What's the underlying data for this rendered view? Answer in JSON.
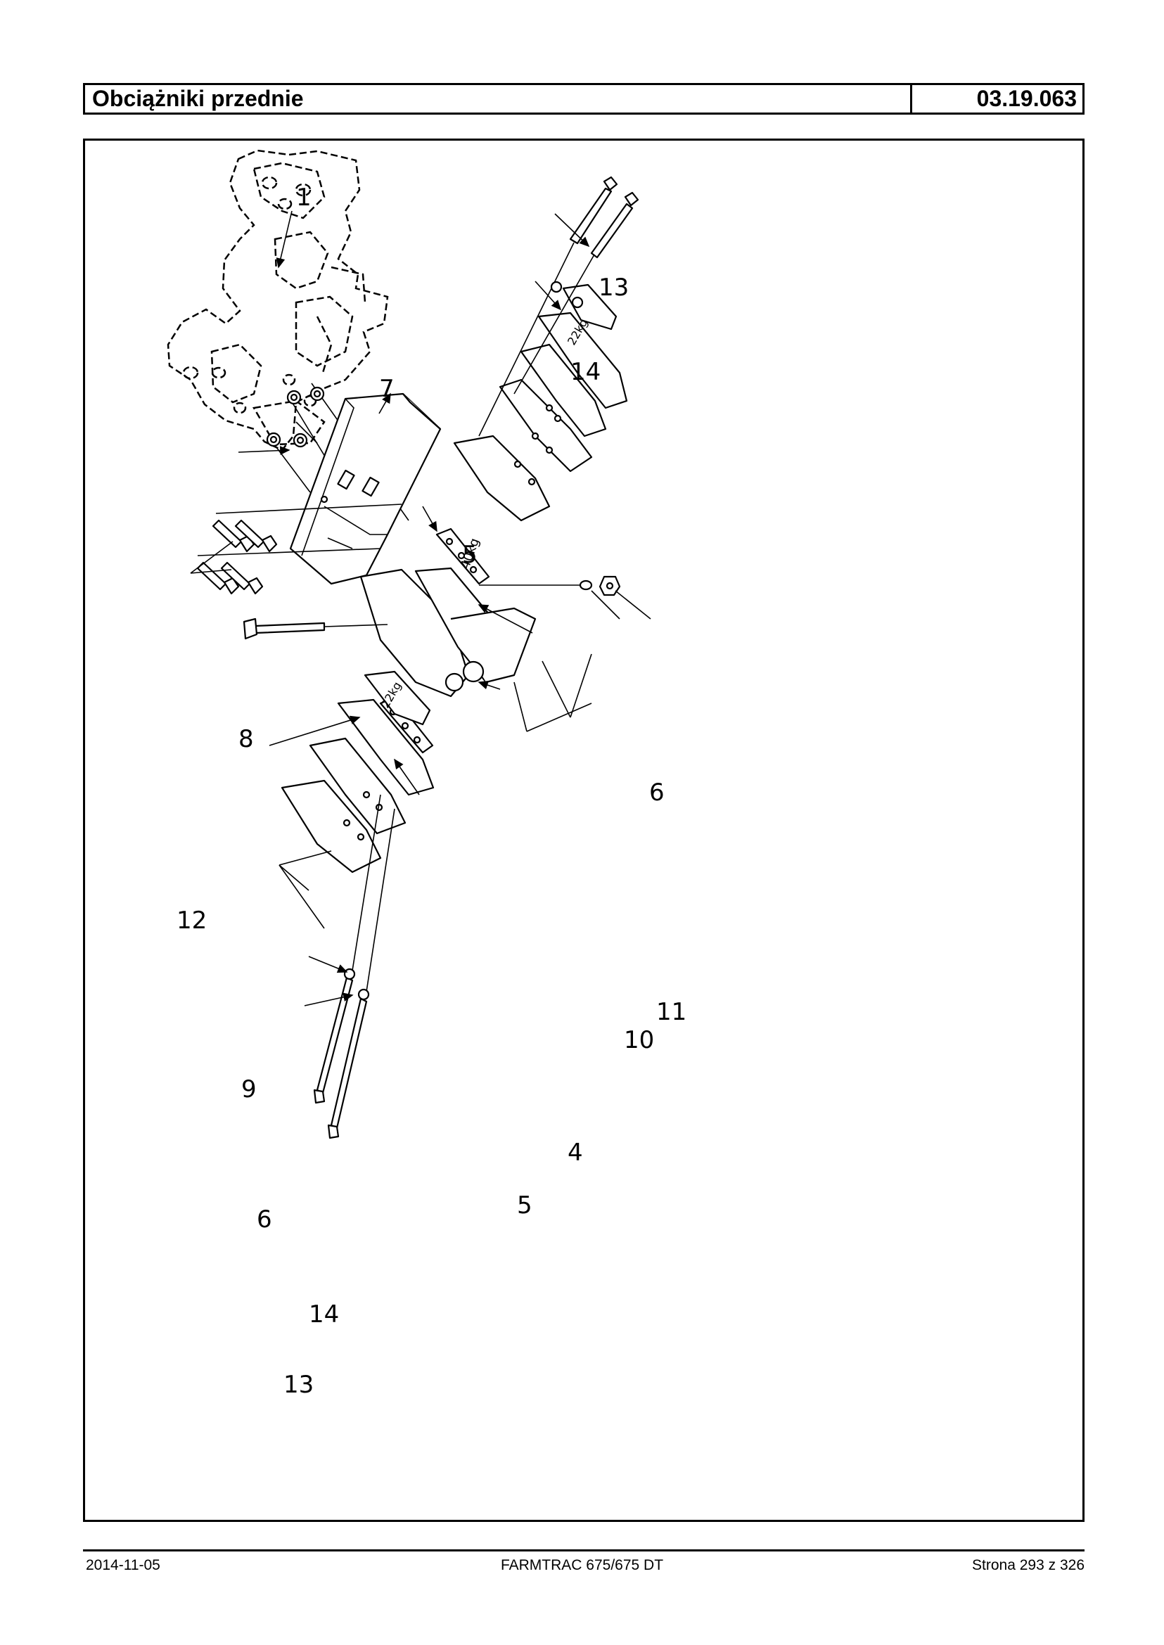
{
  "header": {
    "title": "Obciążniki przednie",
    "code": "03.19.063"
  },
  "diagram": {
    "labels": [
      "1",
      "4",
      "5",
      "5",
      "6",
      "6",
      "7",
      "8",
      "9",
      "10",
      "11",
      "12",
      "13",
      "13",
      "14",
      "14"
    ],
    "weight_markings": [
      "40kg",
      "22kg",
      "22kg"
    ]
  },
  "footer": {
    "date": "2014-11-05",
    "model": "FARMTRAC 675/675 DT",
    "page": "Strona 293 z 326"
  }
}
